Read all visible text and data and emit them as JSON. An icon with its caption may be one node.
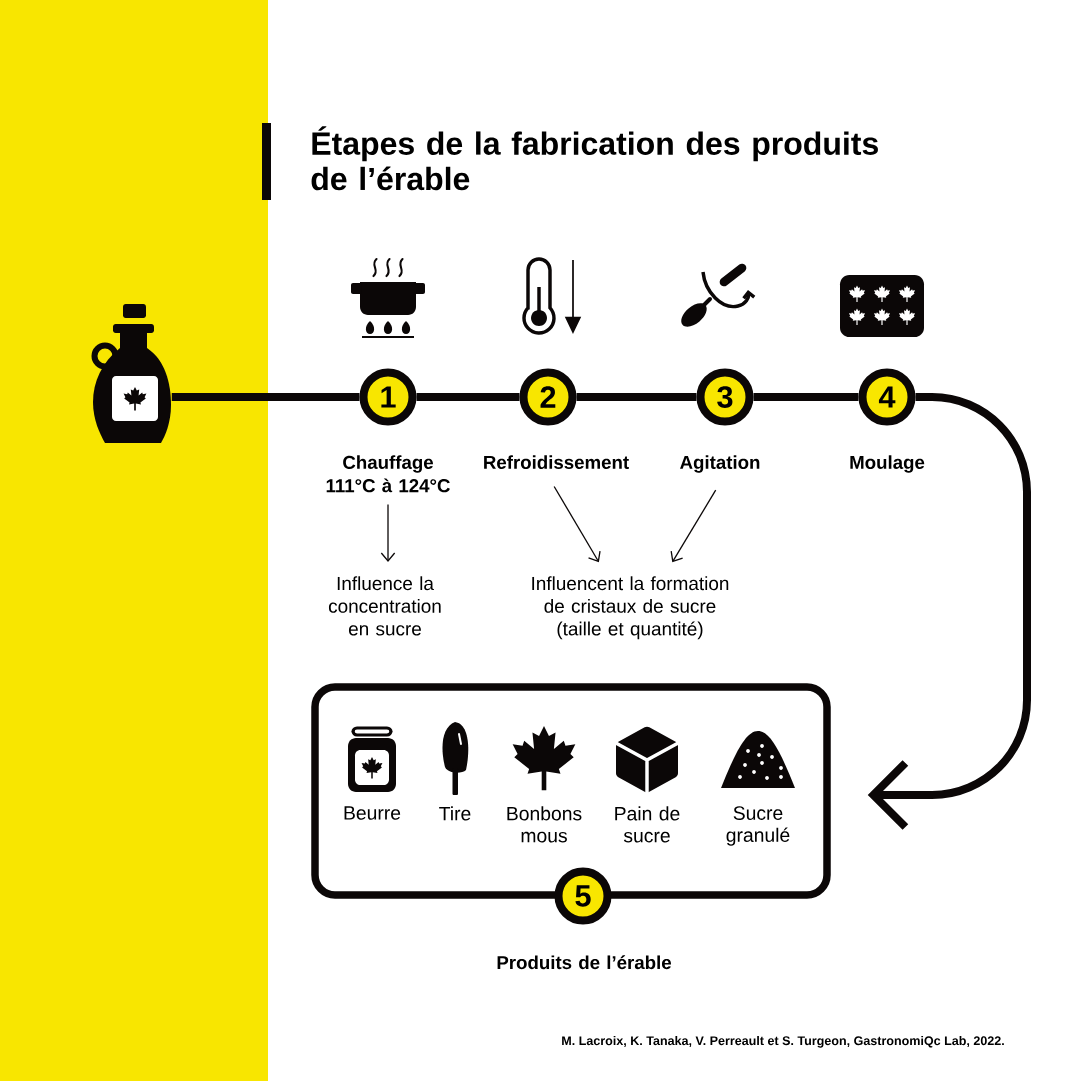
{
  "diagram": {
    "title": "Étapes de la fabrication des produits de l’érable",
    "nodes": [
      {
        "text": [],
        "shape": "picture"
      },
      {
        "text": [
          "1"
        ]
      },
      {
        "text": [
          "2"
        ]
      },
      {
        "text": [
          "3"
        ]
      },
      {
        "text": [
          "4"
        ],
        "beside": [
          "Moulage"
        ]
      },
      {
        "text": [
          "Chauffage",
          "111°C à 124°C"
        ]
      },
      {
        "text": [
          "Refroidissement"
        ]
      },
      {
        "text": [
          "Agitation"
        ]
      },
      {
        "text": [
          "Influence la concentration en sucre"
        ]
      },
      {
        "text": [
          "Influencent la formation de cristaux de sucre (taille et quantité)"
        ]
      },
      {
        "text": [],
        "shape": "box"
      },
      {
        "text": [
          "Beurre"
        ],
        "in": 10
      },
      {
        "text": [
          "Tire"
        ],
        "in": 10
      },
      {
        "text": [
          "Bonbons mous"
        ],
        "in": 10
      },
      {
        "text": [
          "Pain de sucre"
        ],
        "in": 10
      },
      {
        "text": [
          "Sucre granulé"
        ],
        "in": 10
      },
      {
        "text": [
          "5"
        ],
        "beside": [
          "Produits de l’érable"
        ]
      }
    ],
    "edges": [
      {
        "from": 0,
        "to": 1,
        "arrow": "none"
      },
      {
        "from": 1,
        "to": 2,
        "arrow": "none"
      },
      {
        "from": 2,
        "to": 3,
        "arrow": "none"
      },
      {
        "from": 3,
        "to": 4,
        "arrow": "none"
      },
      {
        "from": 4,
        "to": 10,
        "arrow": "to"
      },
      {
        "from": 5,
        "to": 8,
        "arrow": "to"
      },
      {
        "from": 6,
        "to": 9,
        "arrow": "to"
      },
      {
        "from": 7,
        "to": 9,
        "arrow": "to"
      }
    ],
    "labels": [
      "M. Lacroix, K. Tanaka, V. Perreault et S. Turgeon, GastronomiQc Lab, 2022."
    ]
  }
}
